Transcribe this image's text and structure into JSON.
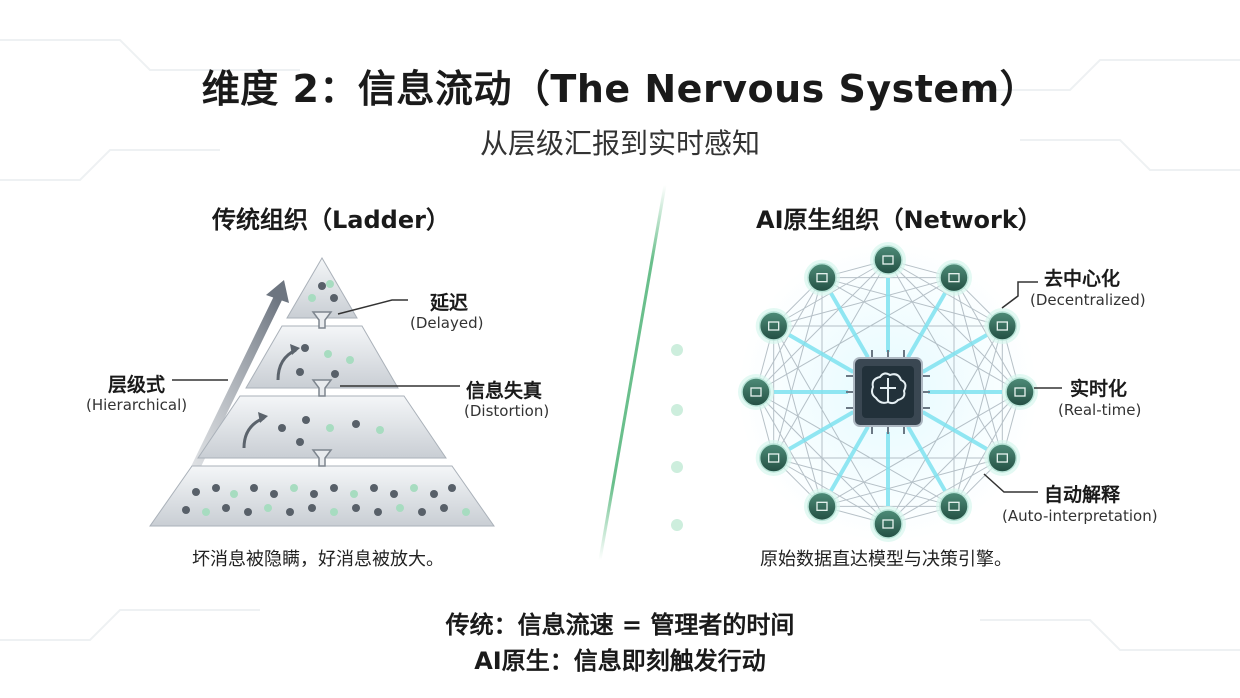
{
  "title": "维度 2：信息流动（The Nervous System）",
  "subtitle": "从层级汇报到实时感知",
  "left": {
    "heading": "传统组织（Ladder）",
    "hierarchical_cn": "层级式",
    "hierarchical_en": "(Hierarchical)",
    "delayed_cn": "延迟",
    "delayed_en": "(Delayed)",
    "distortion_cn": "信息失真",
    "distortion_en": "(Distortion)",
    "caption": "坏消息被隐瞒，好消息被放大。"
  },
  "right": {
    "heading": "AI原生组织（Network）",
    "decentralized_cn": "去中心化",
    "decentralized_en": "(Decentralized)",
    "realtime_cn": "实时化",
    "realtime_en": "(Real-time)",
    "autointerp_cn": "自动解释",
    "autointerp_en": "(Auto-interpretation)",
    "caption": "原始数据直达模型与决策引擎。"
  },
  "footer": {
    "line1": "传统：信息流速 = 管理者的时间",
    "line2": "AI原生：信息即刻触发行动"
  },
  "colors": {
    "accent_green": "#2e8b57",
    "node_teal": "#2f6b5a",
    "glow_cyan": "#7fe3f0",
    "pyramid_gray": "#d9dde2"
  }
}
